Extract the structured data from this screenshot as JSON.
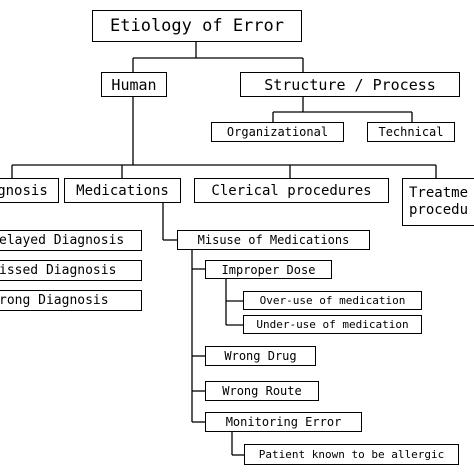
{
  "title": "Etiology of Error",
  "level1": {
    "human": "Human",
    "structure_process": "Structure / Process"
  },
  "structure_children": {
    "organizational": "Organizational",
    "technical": "Technical"
  },
  "human_children": {
    "diagnosis": "gnosis",
    "medications": "Medications",
    "clerical_procedures": "Clerical procedures",
    "treatment_line1": "Treatme",
    "treatment_line2": "procedu"
  },
  "diagnosis_children": {
    "delayed": "elayed Diagnosis",
    "missed": "issed Diagnosis",
    "wrong": "rong Diagnosis"
  },
  "medications_children": {
    "misuse": "Misuse of Medications"
  },
  "misuse_children": {
    "improper_dose": "Improper Dose",
    "wrong_drug": "Wrong Drug",
    "wrong_route": "Wrong Route",
    "monitoring_error": "Monitoring Error"
  },
  "improper_dose_children": {
    "overuse": "Over-use of medication",
    "underuse": "Under-use of medication"
  },
  "monitoring_children": {
    "allergic": "Patient known to be allergic"
  }
}
